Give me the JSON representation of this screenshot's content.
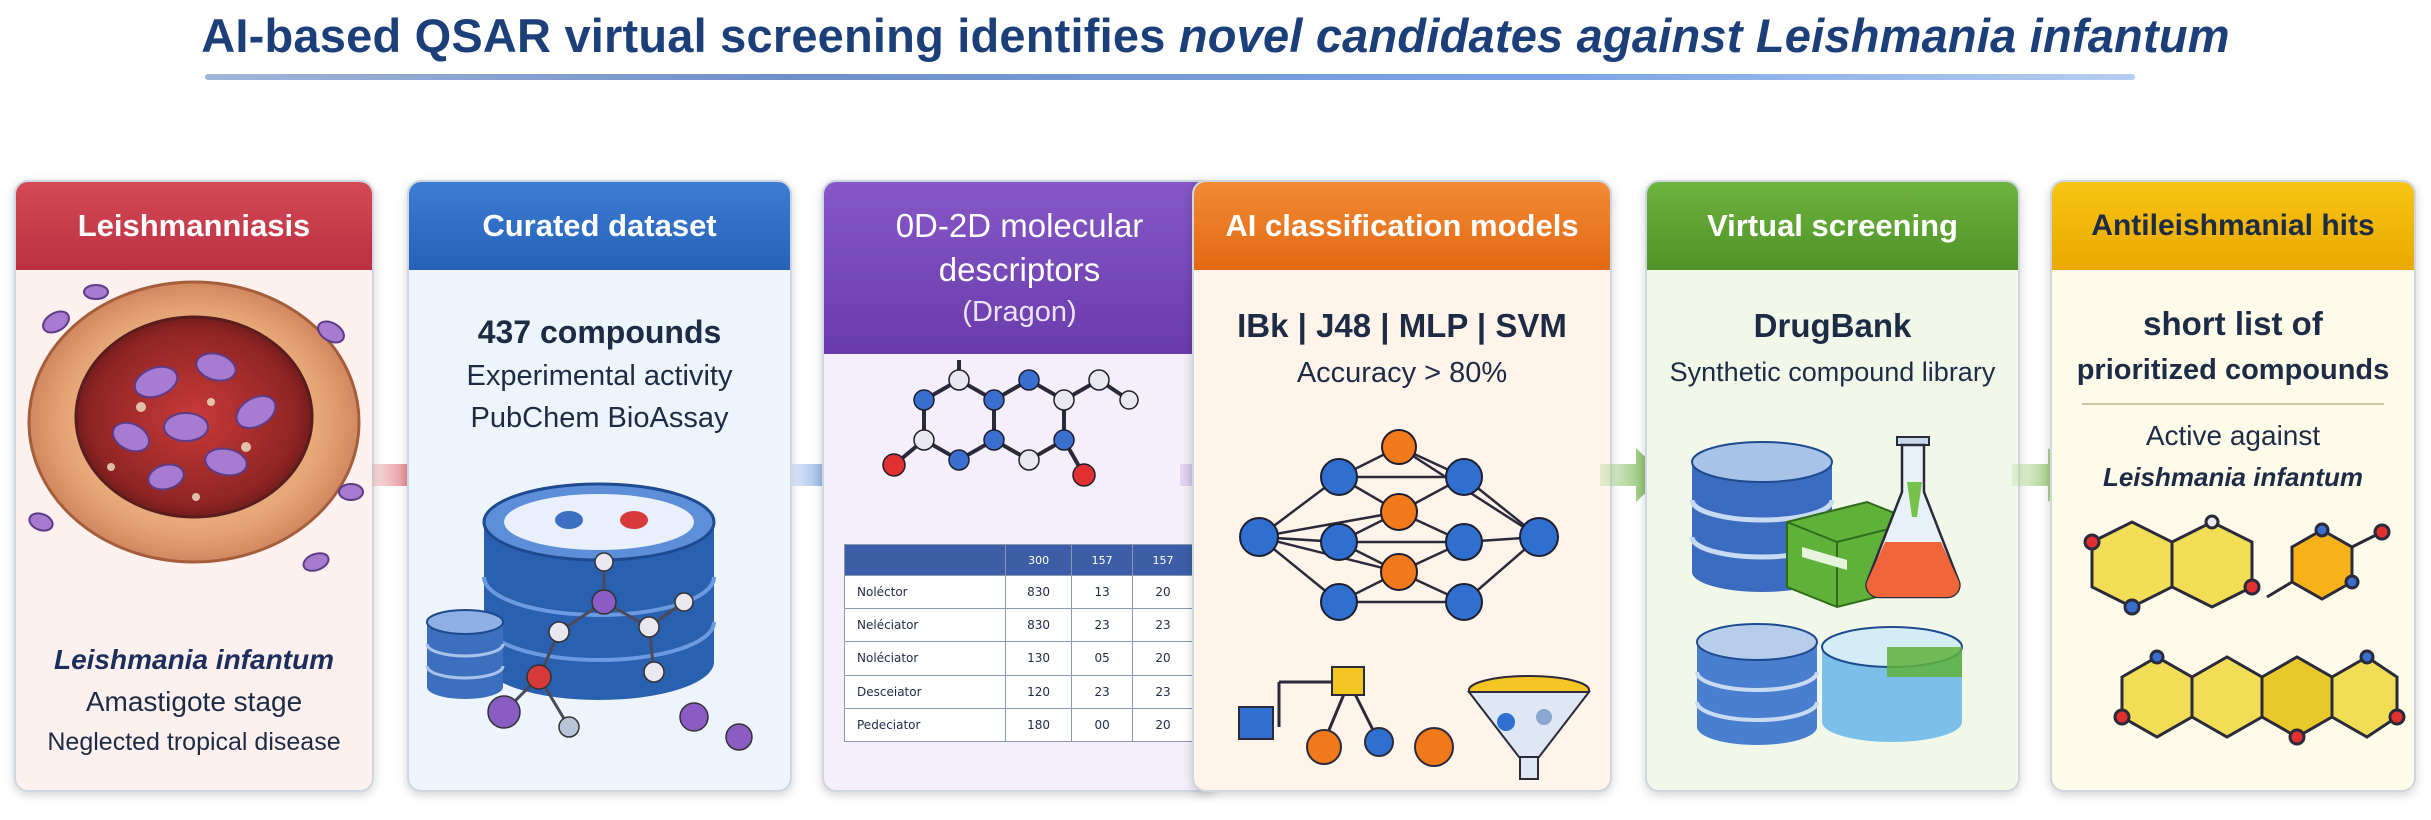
{
  "title": {
    "part1": "AI-based QSAR virtual screening identifies ",
    "part2": "novel candidates against ",
    "part3": "Leishmania",
    "part4": " infantum"
  },
  "colors": {
    "title": "#1c3f7a",
    "leishmaniasis": "#c8384a",
    "dataset": "#2e6cc4",
    "descriptors": "#7443b5",
    "models": "#ec7423",
    "screening": "#5ea632",
    "hits": "#f2b300"
  },
  "panels": [
    {
      "header": "Leishmanniasis",
      "lines": [
        "Leishmania infantum",
        "Amastigote stage",
        "Neglected tropical disease"
      ]
    },
    {
      "header": "Curated dataset",
      "lines": [
        "437 compounds",
        "Experimental activity",
        "PubChem BioAssay"
      ]
    },
    {
      "header_line1": "0D-2D molecular",
      "header_line2": "descriptors",
      "header_line3": "(Dragon)",
      "table": {
        "columns": [
          "",
          "300",
          "157",
          "157"
        ],
        "rows": [
          [
            "Noléctor",
            "830",
            "13",
            "20"
          ],
          [
            "Neléciator",
            "830",
            "23",
            "23"
          ],
          [
            "Noléciator",
            "130",
            "05",
            "20"
          ],
          [
            "Desceiator",
            "120",
            "23",
            "23"
          ],
          [
            "Pedeciator",
            "180",
            "00",
            "20"
          ]
        ]
      }
    },
    {
      "header": "AI classification models",
      "lines": [
        "IBk | J48 | MLP | SVM",
        "Accuracy > 80%"
      ]
    },
    {
      "header": "Virtual screening",
      "lines": [
        "DrugBank",
        "Synthetic compound library"
      ]
    },
    {
      "header": "Antileishmanial hits",
      "lines": [
        "short list of",
        "prioritized compounds",
        "Active against",
        "Leishmania infantum"
      ]
    }
  ]
}
